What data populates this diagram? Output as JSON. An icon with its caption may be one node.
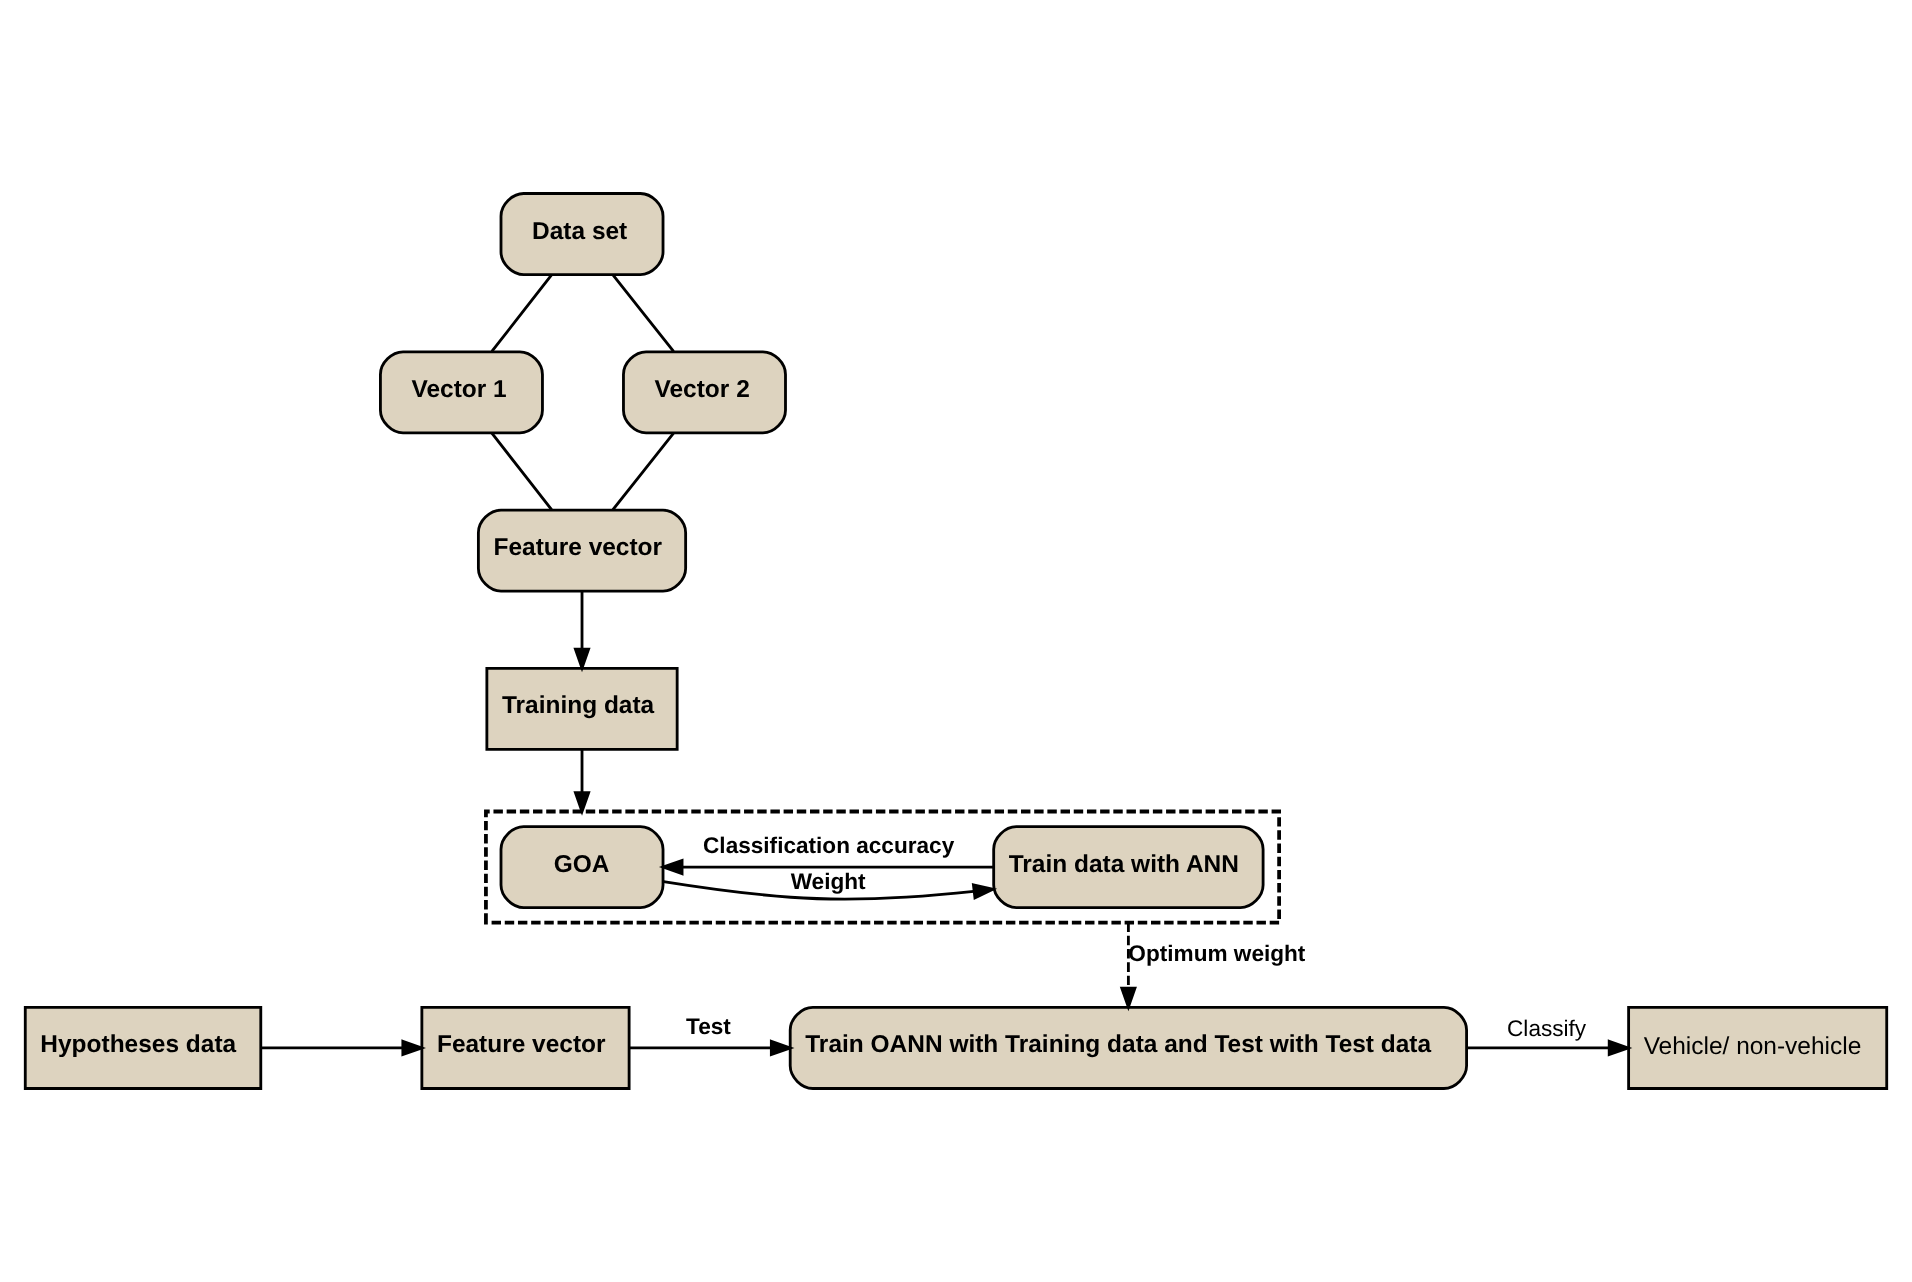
{
  "diagram": {
    "nodes": [
      {
        "text": [
          "Data set"
        ]
      },
      {
        "text": [
          "Vector 1"
        ]
      },
      {
        "text": [
          "Vector 2"
        ]
      },
      {
        "text": [
          "Feature vector"
        ]
      },
      {
        "text": [
          "Training data"
        ]
      },
      {
        "text": [],
        "shape": "box"
      },
      {
        "text": [
          "GOA"
        ],
        "in": 5
      },
      {
        "text": [
          "Train data with ANN"
        ],
        "in": 5
      },
      {
        "text": [
          "Hypotheses data"
        ]
      },
      {
        "text": [
          "Feature vector"
        ]
      },
      {
        "text": [
          "Train OANN with Training data and Test with Test data"
        ]
      },
      {
        "text": [
          "Vehicle/ non-vehicle"
        ]
      }
    ],
    "edges": [
      {
        "from": 0,
        "to": 1,
        "arrow": "none"
      },
      {
        "from": 0,
        "to": 2,
        "arrow": "none"
      },
      {
        "from": 1,
        "to": 3,
        "arrow": "none"
      },
      {
        "from": 2,
        "to": 3,
        "arrow": "none"
      },
      {
        "from": 3,
        "to": 4,
        "arrow": "to"
      },
      {
        "from": 4,
        "to": 5,
        "arrow": "to"
      },
      {
        "from": 6,
        "to": 7,
        "arrow": "to",
        "label": "Weight"
      },
      {
        "from": 7,
        "to": 6,
        "arrow": "to",
        "label": "Classification accuracy"
      },
      {
        "from": 5,
        "to": 10,
        "arrow": "to",
        "style": "dashed",
        "label": "Optimum weight"
      },
      {
        "from": 8,
        "to": 9,
        "arrow": "to"
      },
      {
        "from": 9,
        "to": 10,
        "arrow": "to",
        "label": "Test"
      },
      {
        "from": 10,
        "to": 11,
        "arrow": "to",
        "label": "Classify"
      }
    ]
  }
}
